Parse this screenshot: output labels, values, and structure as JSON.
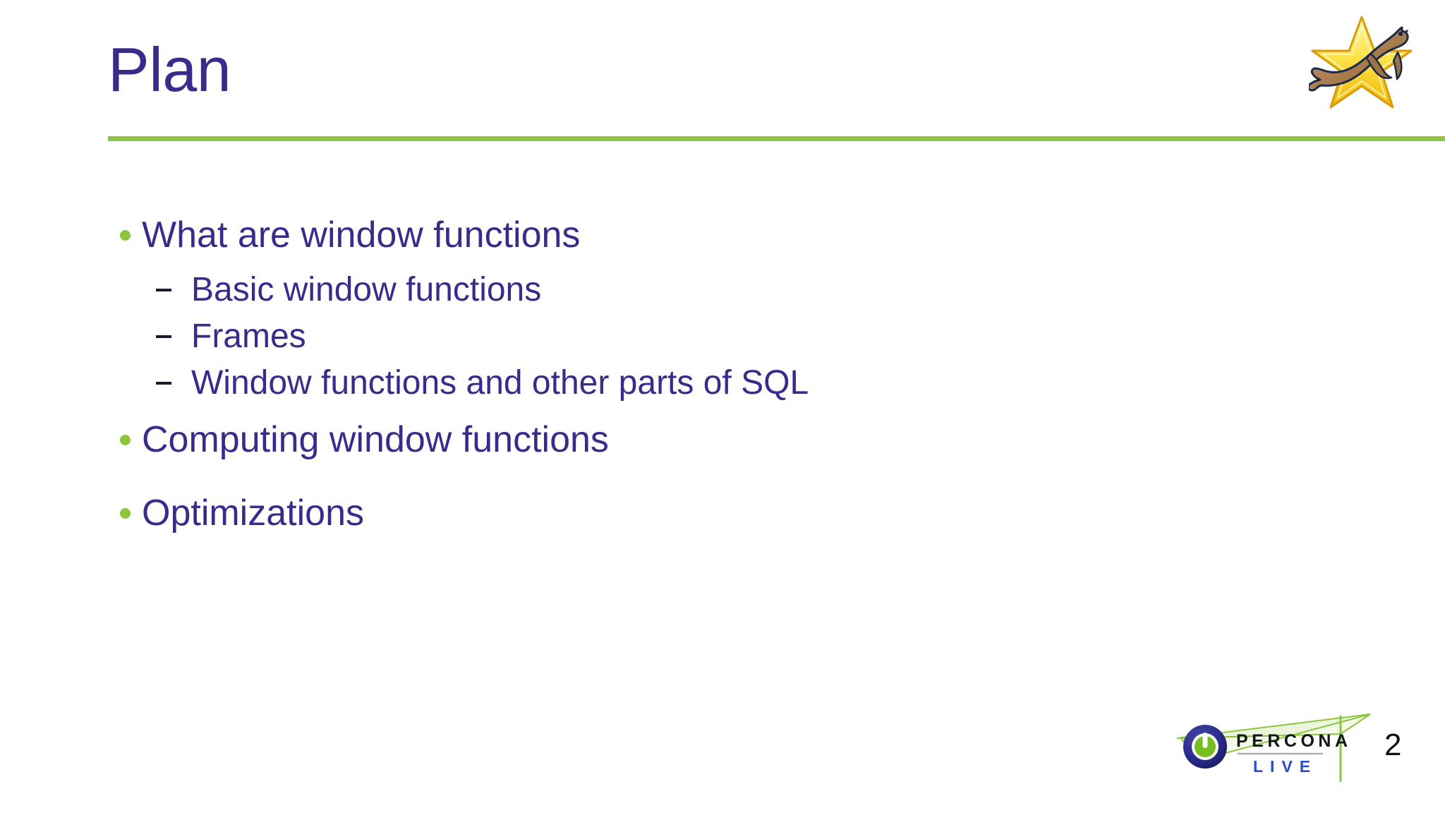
{
  "slide": {
    "title": "Plan",
    "page_number": "2",
    "colors": {
      "title_purple": "#3B2A8C",
      "accent_green": "#8CC63E",
      "body_purple": "#3B2A8C",
      "dash_dark": "#1A1A2E",
      "background": "#FFFFFF",
      "percona_navy": "#2B2E8C",
      "percona_green": "#78BE20",
      "percona_live_blue": "#2B4FC8"
    },
    "outline": [
      {
        "level": 1,
        "marker": "dot",
        "text": "What are window functions",
        "children": [
          {
            "level": 2,
            "marker": "dash",
            "text": "Basic window functions"
          },
          {
            "level": 2,
            "marker": "dash",
            "text": "Frames"
          },
          {
            "level": 2,
            "marker": "dash",
            "text": "Window functions and other parts of SQL"
          }
        ]
      },
      {
        "level": 1,
        "marker": "dot",
        "text": "Computing window functions",
        "children": []
      },
      {
        "level": 1,
        "marker": "dot",
        "text": "Optimizations",
        "children": []
      }
    ],
    "logos": {
      "seal": "mariadb-seal-star-icon",
      "footer_brand_top": "PERCONA",
      "footer_brand_bottom": "LIVE"
    }
  }
}
